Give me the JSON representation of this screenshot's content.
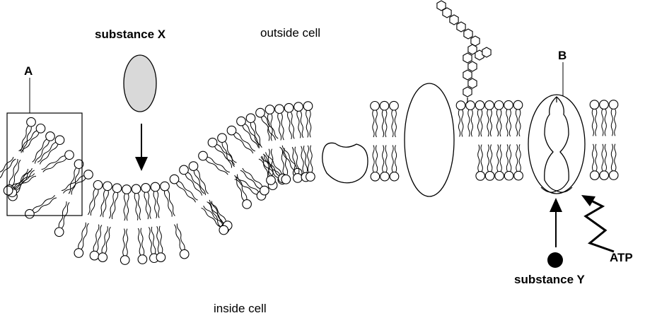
{
  "labels": {
    "outside": "outside cell",
    "inside": "inside cell",
    "substance_x": "substance X",
    "substance_y": "substance Y",
    "label_a": "A",
    "label_b": "B",
    "atp": "ATP"
  },
  "colors": {
    "substance_x_fill": "#d9d9d9",
    "stroke": "#000000",
    "background": "#ffffff"
  }
}
